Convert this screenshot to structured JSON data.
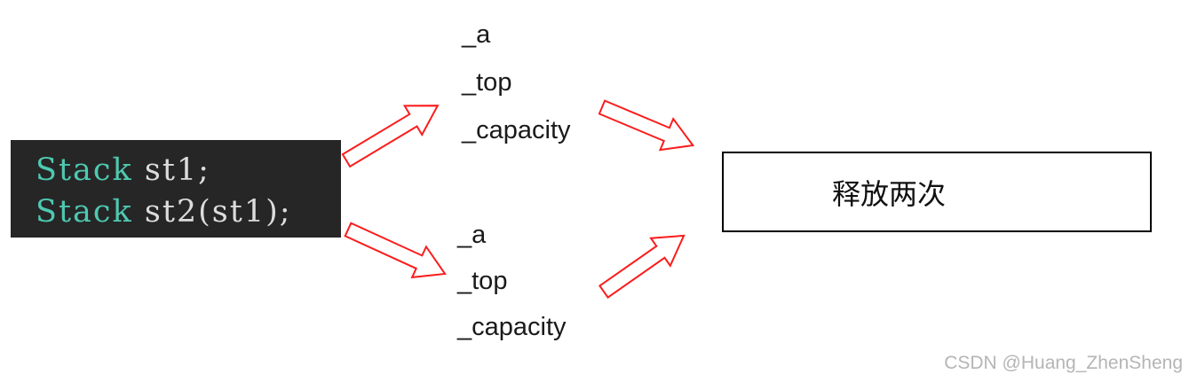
{
  "code_block": {
    "lines": [
      {
        "keyword": "Stack",
        "rest": " st1;"
      },
      {
        "keyword": "Stack",
        "rest": " st2(st1);"
      }
    ]
  },
  "object_top": {
    "members": [
      "_a",
      "_top",
      "_capacity"
    ]
  },
  "object_bottom": {
    "members": [
      "_a",
      "_top",
      "_capacity"
    ]
  },
  "result_box": {
    "label": "释放两次"
  },
  "watermark": {
    "text": "CSDN @Huang_ZhenSheng"
  },
  "icons": {
    "arrow_names": [
      "arrow-code-to-top-object",
      "arrow-code-to-bottom-object",
      "arrow-top-object-to-result",
      "arrow-bottom-object-to-result"
    ]
  },
  "colors": {
    "code_keyword": "#4ec9b0",
    "code_text": "#dcdcdc",
    "code_background": "#262626",
    "arrow_red": "#fb1c1c",
    "member_text": "#1a1a1a",
    "box_border": "#000000",
    "watermark_gray": "#b5b5b5"
  }
}
